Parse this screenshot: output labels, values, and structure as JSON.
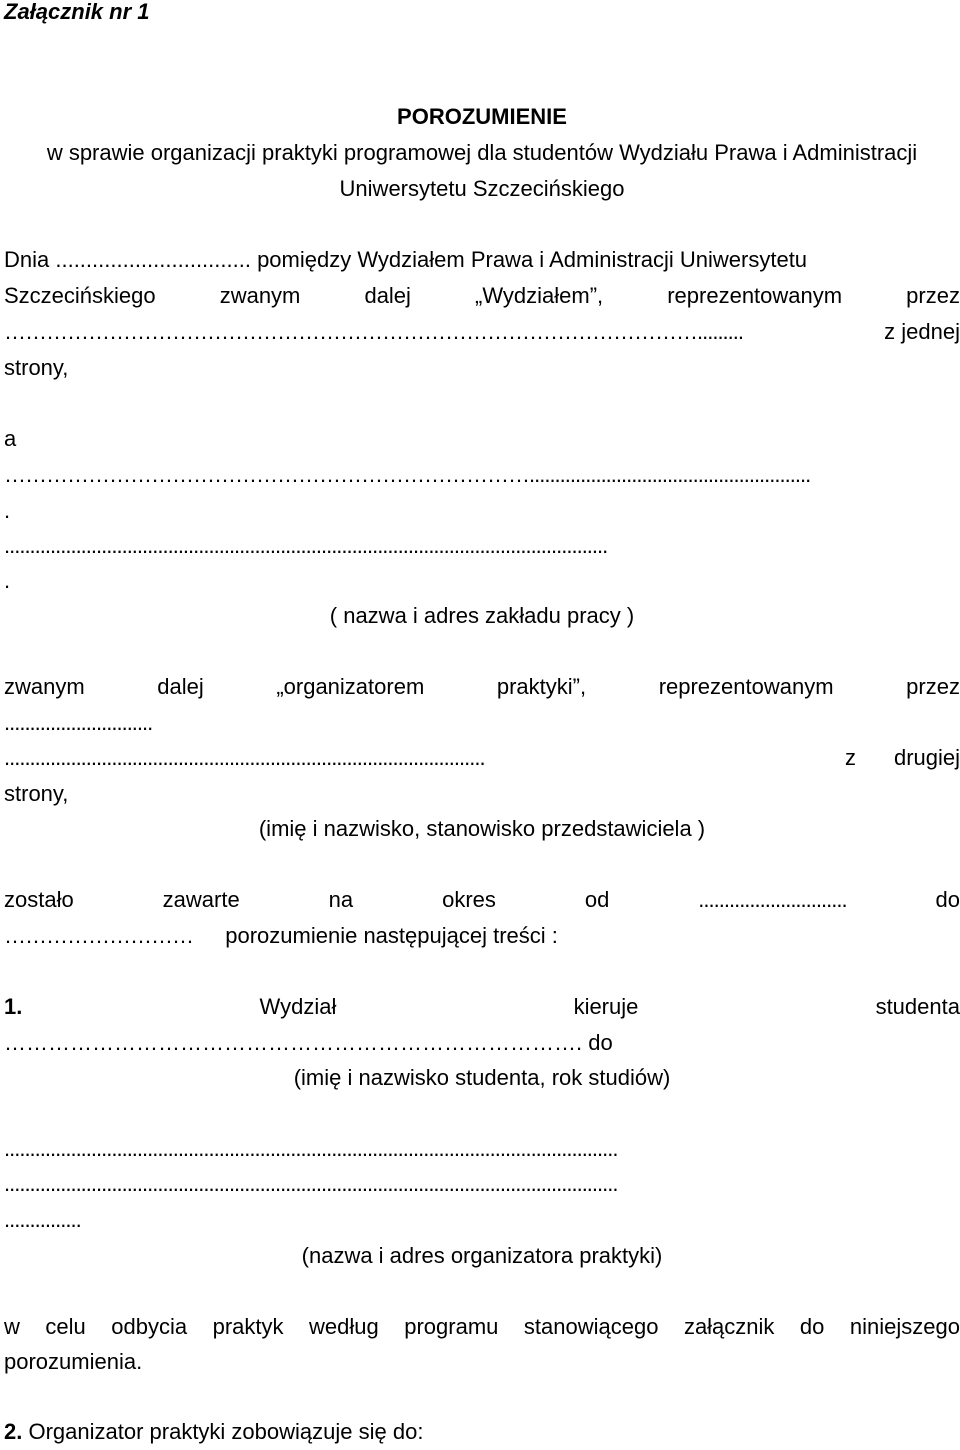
{
  "header": {
    "annex": "Załącznik nr 1"
  },
  "title": {
    "main": "POROZUMIENIE",
    "sub1": "w sprawie organizacji praktyki programowej dla studentów Wydziału Prawa i Administracji",
    "sub2": "Uniwersytetu  Szczecińskiego"
  },
  "body": {
    "l1": "Dnia ................................ pomiędzy Wydziałem Prawa i Administracji Uniwersytetu",
    "l2_words": [
      "Szczecińskiego",
      "zwanym",
      "dalej",
      "„Wydziałem”,",
      "reprezentowanym",
      "przez"
    ],
    "l3_dots": "……………………………………………………………………………………….........",
    "l3_tail": "z jednej",
    "l4": "strony,",
    "l5": "a",
    "l6": "………………………………………………………………….......................................................",
    "l7": ".",
    "l8": "......................................................................................................................",
    "l9": ".",
    "company_caption": "( nazwa  i adres zakładu pracy )",
    "l10_words": [
      "zwanym",
      "dalej",
      "„organizatorem",
      "praktyki”,",
      "reprezentowanym",
      "przez"
    ],
    "l11": ".............................",
    "l12_dots": "..............................................................................................",
    "l12_words": [
      "z",
      "drugiej"
    ],
    "l13": "strony,",
    "rep_caption": "(imię i nazwisko, stanowisko przedstawiciela )",
    "l14_words": [
      "zostało",
      "zawarte",
      "na",
      "okres",
      "od",
      ".............................",
      "do"
    ],
    "l15_dots": "………………………",
    "l15_text": "porozumienie następującej treści :",
    "p1_number": "1.",
    "p1_words": [
      "Wydział",
      "kieruje",
      "studenta"
    ],
    "p1_l2": "……………………………………………………………………. do",
    "student_caption": "(imię i nazwisko studenta, rok studiów)",
    "p1_l3": "........................................................................................................................",
    "p1_l4": "........................................................................................................................",
    "p1_l5": "...............",
    "org_caption": "(nazwa  i adres organizatora praktyki)",
    "p1_l6_words": [
      "w",
      "celu",
      "odbycia",
      "praktyk",
      "według",
      "programu",
      "stanowiącego",
      "załącznik",
      "do",
      "niniejszego"
    ],
    "p1_l7": "porozumienia.",
    "p2_number": "2.",
    "p2_text": " Organizator praktyki zobowiązuje się do:"
  }
}
